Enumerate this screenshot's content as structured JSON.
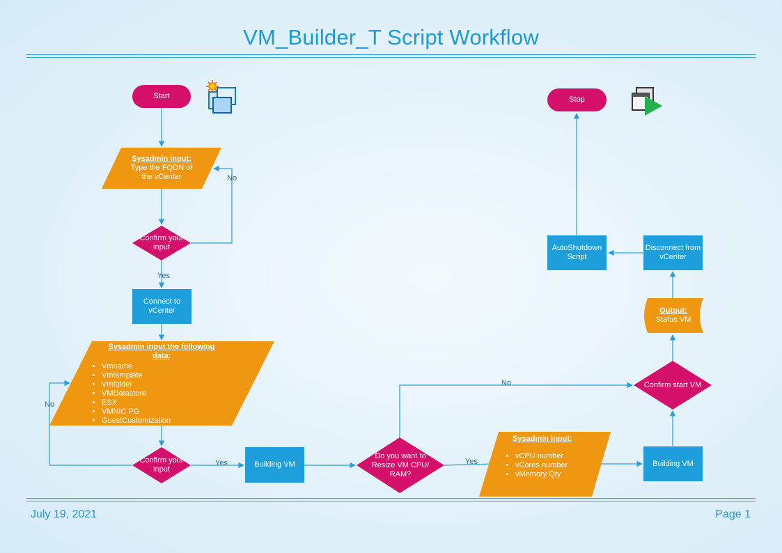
{
  "header": {
    "title": "VM_Builder_T Script Workflow"
  },
  "footer": {
    "date": "July 19, 2021",
    "page": "Page 1"
  },
  "nodes": {
    "start": "Start",
    "stop": "Stop",
    "input_fqdn": {
      "header": "Sysadmin input:",
      "lines": [
        "Type the FQDN of",
        "the vCenter"
      ]
    },
    "confirm1": [
      "Confirm your",
      "input"
    ],
    "connect": [
      "Connect to",
      "vCenter"
    ],
    "input_data": {
      "header_lines": [
        "Sysadmin input the following",
        "data:"
      ],
      "items": [
        "Vmname",
        "Vmtemplate",
        "Vmfolder",
        "VMDatastore",
        "ESX",
        "VMNIC PG",
        "GuestCustomization"
      ]
    },
    "confirm2": [
      "Confirm your",
      "input"
    ],
    "building1": "Building VM",
    "resize": [
      "Do you want to",
      "Resize VM CPU/",
      "RAM?"
    ],
    "input_cpu": {
      "header": "Sysadmin input:",
      "items": [
        "vCPU number",
        "vCores number",
        "vMemory Qty"
      ]
    },
    "building2": "Building VM",
    "confirm_start": "Confirm start VM",
    "output": {
      "header": "Output:",
      "line": "Status VM"
    },
    "disconnect": [
      "Disconnect from",
      "vCenter"
    ],
    "autoshutdown": [
      "AutoShutdown",
      "Script"
    ]
  },
  "edge_labels": {
    "no1": "No",
    "yes1": "Yes",
    "no2": "No",
    "yes2": "Yes",
    "no3": "No",
    "yes3": "Yes"
  },
  "icons": {
    "start_icon": "vm-new-icon",
    "stop_icon": "vm-power-on-icon"
  },
  "colors": {
    "terminal": "#d4106c",
    "decision": "#d4106c",
    "process": "#1e9fdc",
    "io": "#ef9710",
    "line": "#2a9ed8",
    "title": "#1e9bd7"
  }
}
